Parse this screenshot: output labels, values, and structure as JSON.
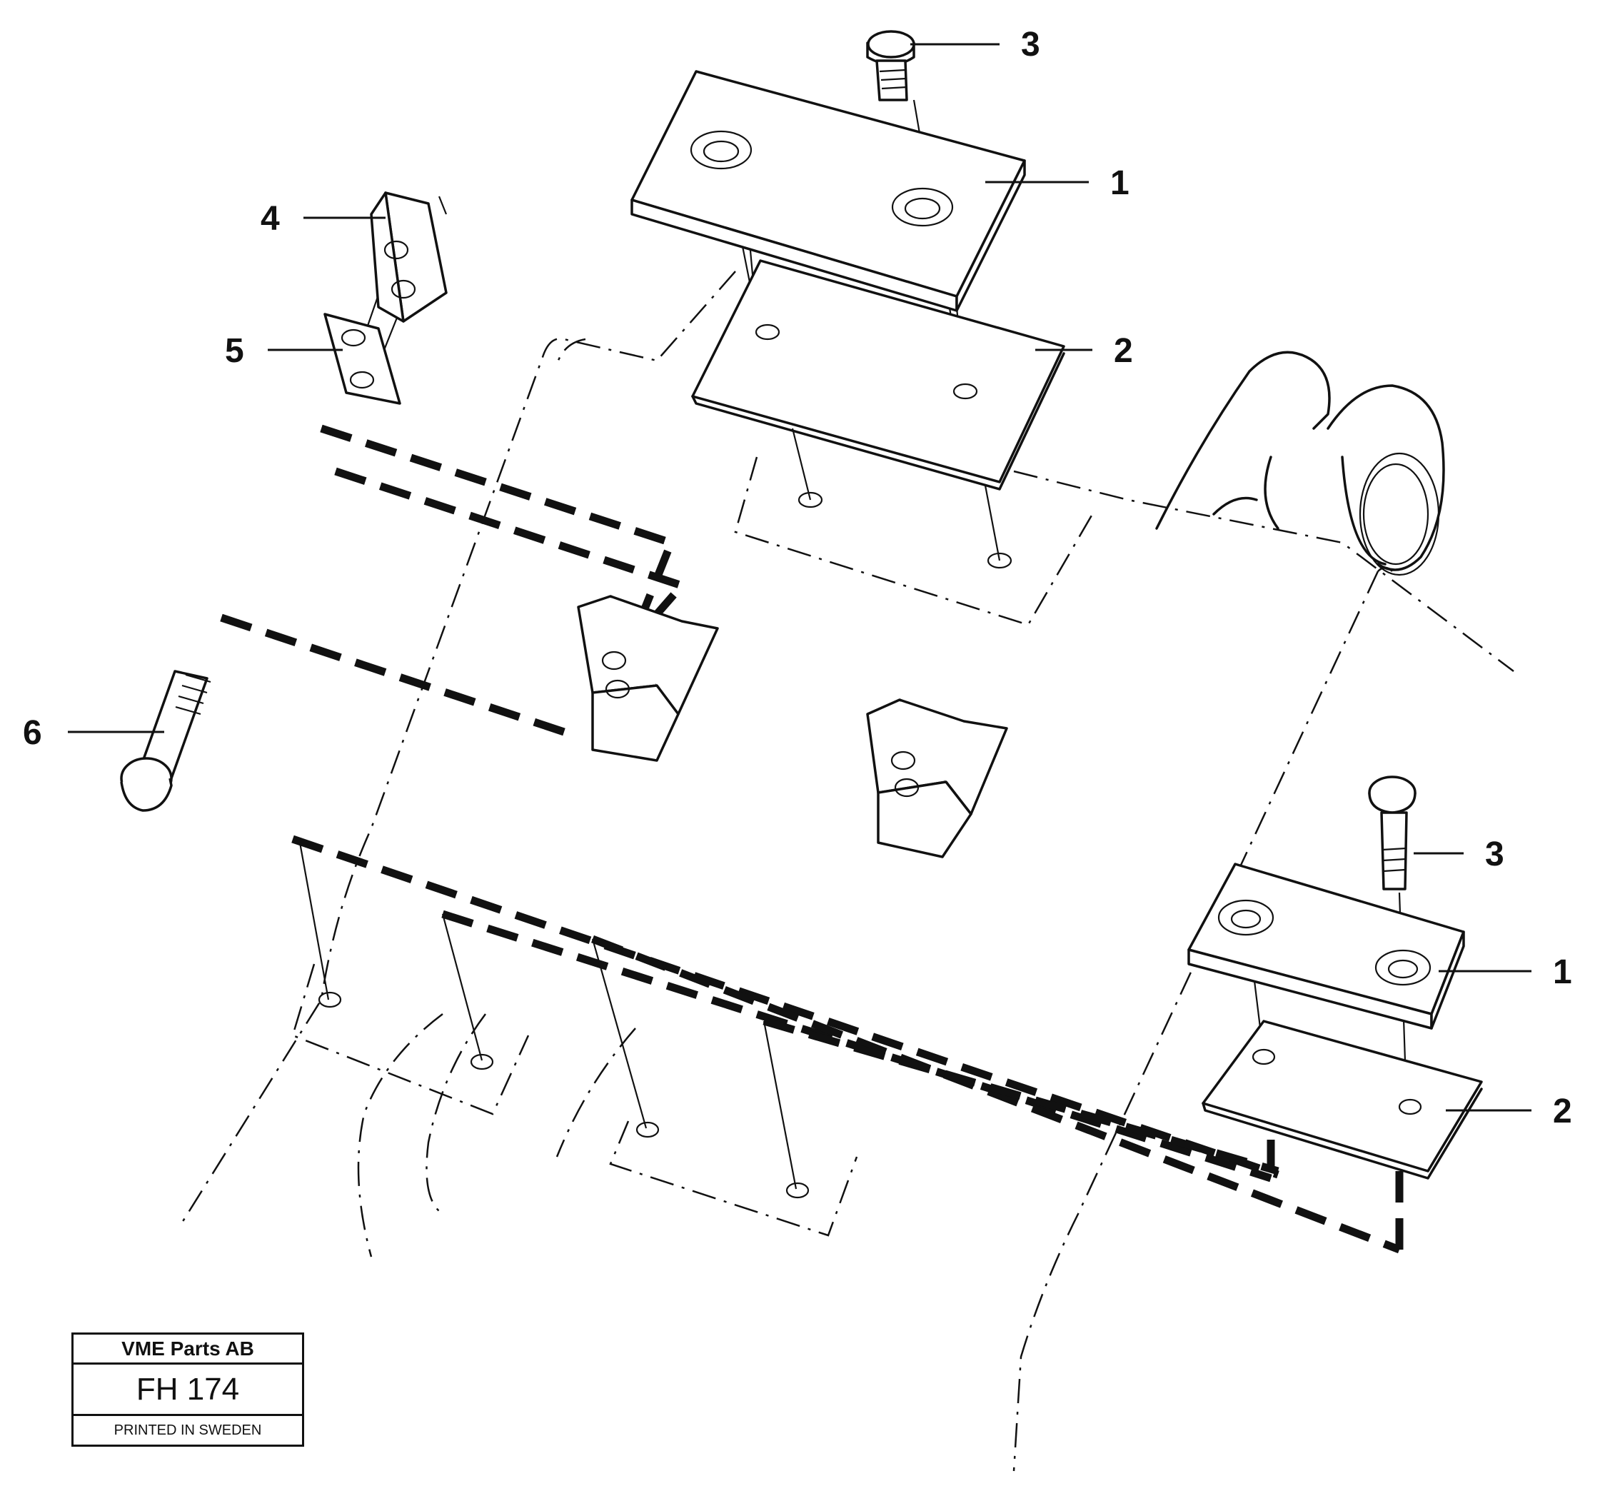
{
  "callouts": {
    "c1_top": "1",
    "c2_top": "2",
    "c3_top": "3",
    "c4": "4",
    "c5": "5",
    "c6": "6",
    "c1_bottom": "1",
    "c2_bottom": "2",
    "c3_bottom": "3"
  },
  "title_block": {
    "company": "VME Parts AB",
    "drawing_code": "FH 174",
    "printed": "PRINTED IN SWEDEN"
  }
}
